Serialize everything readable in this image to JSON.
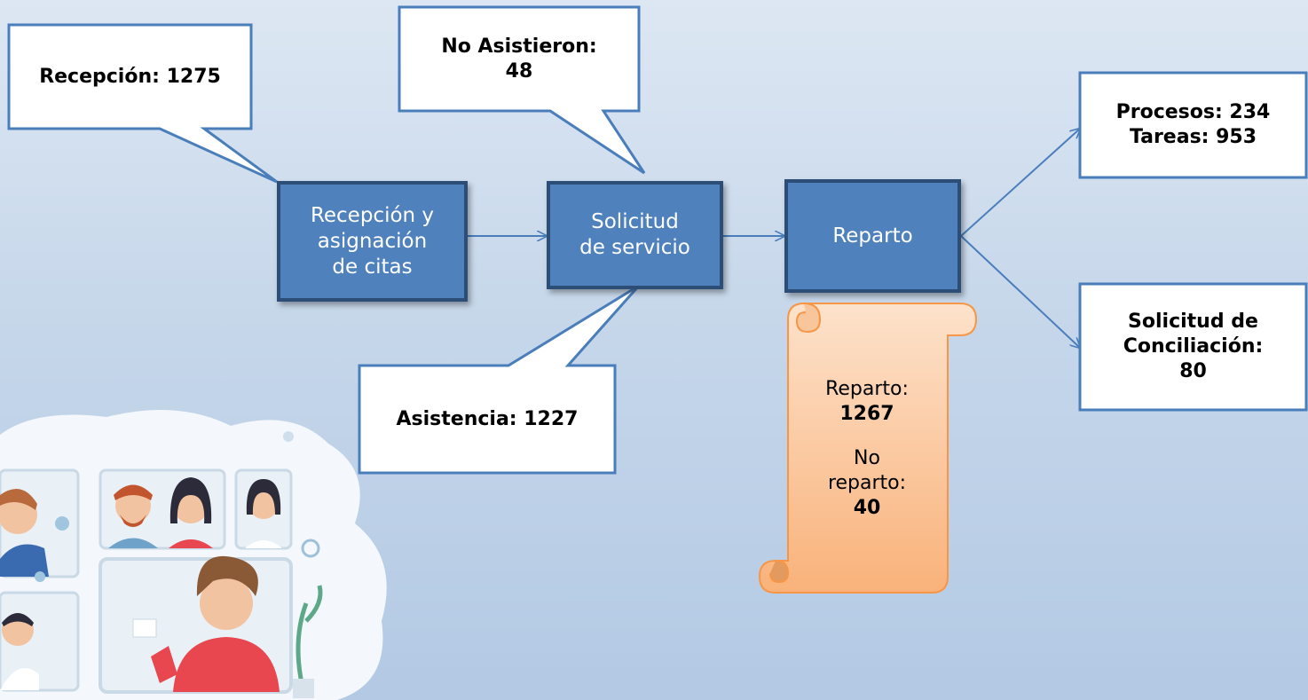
{
  "process_boxes": {
    "reception": "Recepción y\nasignación\nde citas",
    "service_request": "Solicitud\nde servicio",
    "distribution": "Reparto"
  },
  "callouts": {
    "reception_count": "Recepción: 1275",
    "no_show": "No Asistieron:\n48",
    "attendance": "Asistencia: 1227"
  },
  "notes": {
    "processes_tasks": "Procesos: 234\nTareas: 953",
    "conciliation": "Solicitud de\nConciliación:\n80"
  },
  "scroll": {
    "reparto_label": "Reparto:",
    "reparto_value": "1267",
    "no_reparto_label_1": "No",
    "no_reparto_label_2": "reparto:",
    "no_reparto_value": "40"
  },
  "colors": {
    "process_fill": "#4f81bd",
    "process_border": "#2c4d75",
    "scroll_fill": "#fbbe8d",
    "connector": "#4a7ebb"
  }
}
